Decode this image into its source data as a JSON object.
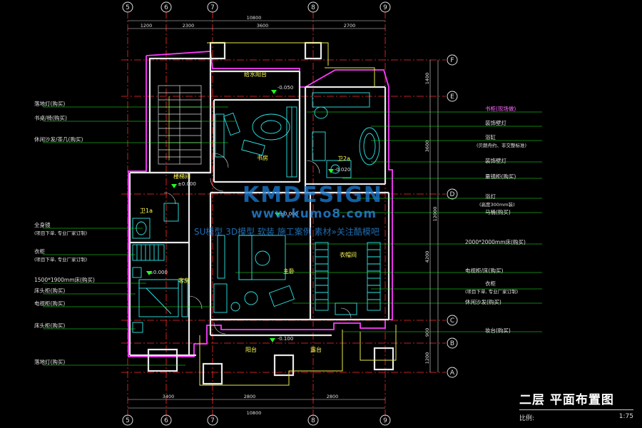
{
  "drawing": {
    "title": "二层 平面布置图",
    "scale_label": "比例:",
    "scale_value": "1:75"
  },
  "watermark": {
    "brand": "KMDESIGN",
    "url": "www.kumo8.com",
    "tagline": "SU模型 3D模型 软装 施工案例 素材»关注酷模吧"
  },
  "grid": {
    "columns": [
      "5",
      "6",
      "7",
      "8",
      "9"
    ],
    "rows": [
      "F",
      "E",
      "D",
      "C",
      "B",
      "A"
    ],
    "top_dims": [
      "1200",
      "2300",
      "3600",
      "2700"
    ],
    "top_total": "10800",
    "bottom_dims": [
      "3400",
      "2800",
      "2800"
    ],
    "bottom_total": "10800",
    "right_dims": [
      "1400",
      "3600",
      "4200",
      "900",
      "1200"
    ],
    "right_total": "12000"
  },
  "rooms": [
    {
      "name": "楼梯间",
      "level": "±0.000"
    },
    {
      "name": "书房",
      "level": ""
    },
    {
      "name": "卫2a",
      "level": "-0.020"
    },
    {
      "name": "卫1a",
      "level": ""
    },
    {
      "name": "主卧",
      "level": "±0.000"
    },
    {
      "name": "衣帽间",
      "level": ""
    },
    {
      "name": "客房",
      "level": "±0.000"
    },
    {
      "name": "阳台",
      "level": "-0.100"
    },
    {
      "name": "露台",
      "level": ""
    },
    {
      "name": "给水阳台",
      "level": "-0.050"
    }
  ],
  "left_labels": [
    "落地灯(购买)",
    "书桌/椅(购买)",
    "休闲沙发/茶几(购买)",
    "全身镜",
    "(项目下单, 专业厂家订制)",
    "衣柜",
    "(项目下单, 专业厂家订制)",
    "1500*1900mm床(购买)",
    "床头柜(购买)",
    "电视柜(购买)",
    "床头柜(购买)",
    "落地灯(购买)"
  ],
  "right_labels": [
    "书柜(现场做)",
    "装饰壁灯",
    "浴缸",
    "(贝朗舟约、非交整标准)",
    "装饰壁灯",
    "量镜柜(购买)",
    "浴灯",
    "(高度300mm装)",
    "马桶(购买)",
    "2000*2000mm床(购买)",
    "电视柜/床(购买)",
    "衣柜",
    "(项目下单, 专业厂家订制)",
    "休闲沙发(购买)",
    "妆台(购买)"
  ],
  "colors": {
    "background": "#000000",
    "wall": "#e0e0e0",
    "grid_line": "#ff2a2a",
    "leader": "#22ff22",
    "furniture": "#2ee8e8",
    "outline": "#ff3cff",
    "room_text": "#ffff55",
    "dimension": "#ffffff",
    "watermark": "#1a7fd8"
  }
}
